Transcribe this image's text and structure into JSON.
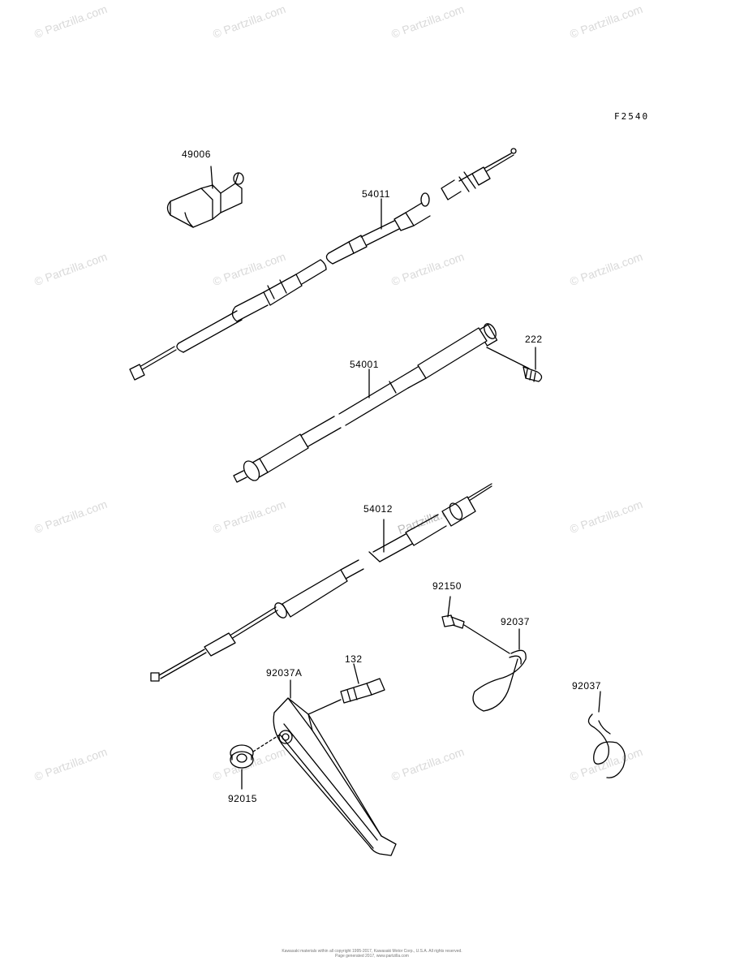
{
  "figure_code": "F2540",
  "watermark": "© Partzilla.com",
  "watermark_center": "Partzilla.com",
  "parts": {
    "p49006": "49006",
    "p54011": "54011",
    "p222": "222",
    "p54001": "54001",
    "p54012": "54012",
    "p92150": "92150",
    "p92037a_spring": "92037",
    "p92037b_spring": "92037",
    "p132": "132",
    "p92037A": "92037A",
    "p92015": "92015"
  },
  "copyright": {
    "line1": "Kawasaki materials within all copyright 1995-2017, Kawasaki Motor Corp., U.S.A. All rights reserved.",
    "line2": "Page generated 2017, www.partzilla.com"
  }
}
